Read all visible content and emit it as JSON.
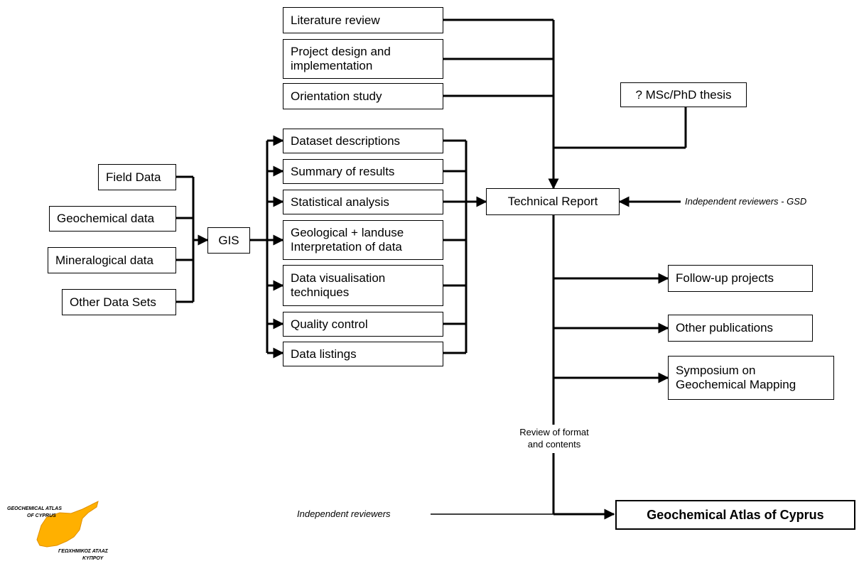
{
  "inputs": [
    {
      "label": "Field Data"
    },
    {
      "label": "Geochemical data"
    },
    {
      "label": "Mineralogical data"
    },
    {
      "label": "Other Data Sets"
    }
  ],
  "gis": {
    "label": "GIS"
  },
  "report_sections": [
    {
      "label": "Dataset descriptions"
    },
    {
      "label": "Summary of results"
    },
    {
      "label": "Statistical analysis"
    },
    {
      "label": "Geological + landuse\nInterpretation of data"
    },
    {
      "label": "Data visualisation\ntechniques"
    },
    {
      "label": "Quality control"
    },
    {
      "label": "Data listings"
    }
  ],
  "preliminary": [
    {
      "label": "Literature review"
    },
    {
      "label": "Project design and\nimplementation"
    },
    {
      "label": "Orientation study"
    }
  ],
  "thesis": {
    "label": "? MSc/PhD thesis"
  },
  "technical_report": {
    "label": "Technical Report"
  },
  "reviewers_gsd": {
    "label": "Independent reviewers - GSD"
  },
  "outputs": [
    {
      "label": "Follow-up projects"
    },
    {
      "label": "Other publications"
    },
    {
      "label": "Symposium on\nGeochemical Mapping"
    }
  ],
  "review_note": {
    "label": "Review of format\nand contents"
  },
  "reviewers": {
    "label": "Independent reviewers"
  },
  "atlas": {
    "label": "Geochemical Atlas of Cyprus"
  },
  "logo": {
    "line_top_1": "GEOCHEMICAL ATLAS",
    "line_top_2": "OF CYPRUS",
    "line_bottom_1": "ΓΕΩΧΗΜΙΚΟΣ ΑΤΛΑΣ",
    "line_bottom_2": "ΚΥΠΡΟΥ",
    "color": "#FFB000"
  },
  "colors": {
    "line": "#000000",
    "background": "#FFFFFF"
  }
}
